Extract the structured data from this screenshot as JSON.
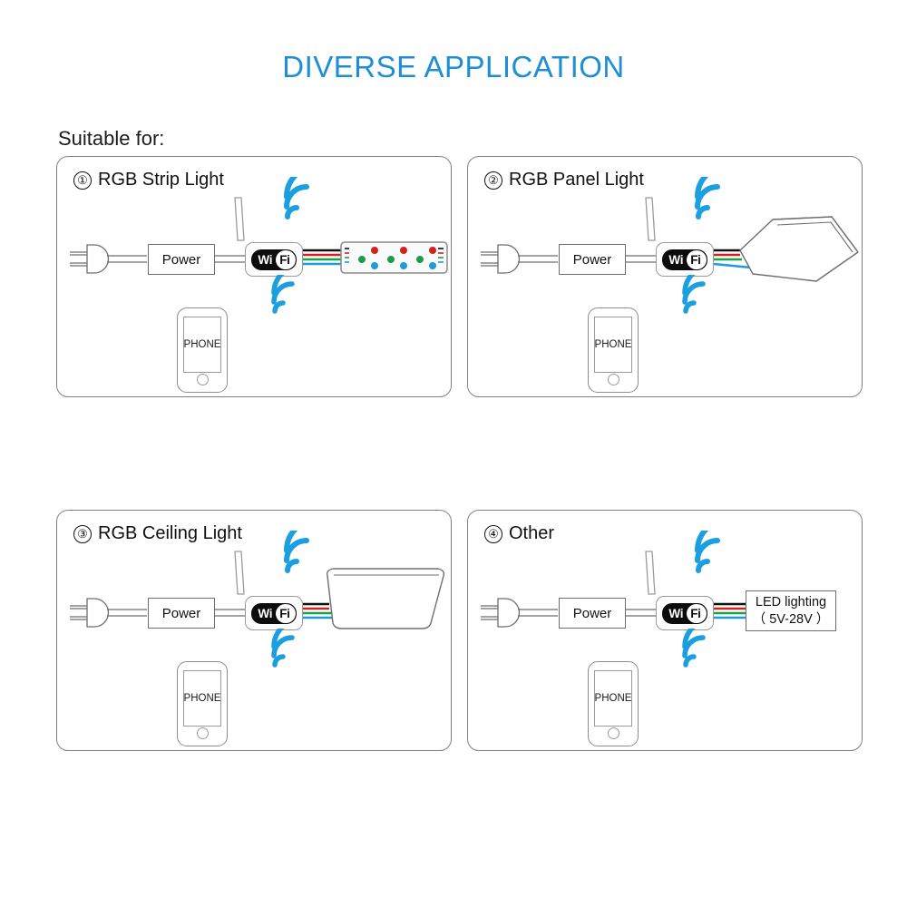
{
  "header": {
    "title": "DIVERSE APPLICATION",
    "title_color": "#1e8fd5"
  },
  "suitable_label": "Suitable for:",
  "common": {
    "power_label": "Power",
    "phone_label": "PHONE",
    "wifi_logo_left": "Wi",
    "wifi_logo_right": "Fi",
    "wire_colors": [
      "#111111",
      "#cf2222",
      "#16a34a",
      "#1b9fe0"
    ]
  },
  "panels": [
    {
      "number": "①",
      "title": "RGB Strip Light",
      "load": "rgb-strip",
      "strip": {
        "groups": 3,
        "led_colors": {
          "green": "#1a9e4b",
          "red": "#d62020",
          "blue": "#1f9bdc"
        }
      }
    },
    {
      "number": "②",
      "title": "RGB Panel Light",
      "load": "rgb-panel"
    },
    {
      "number": "③",
      "title": "RGB Ceiling Light",
      "load": "rgb-ceiling"
    },
    {
      "number": "④",
      "title": "Other",
      "load": "led-box",
      "led_box": {
        "line1": "LED lighting",
        "line2": "（ 5V-28V ）"
      }
    }
  ]
}
